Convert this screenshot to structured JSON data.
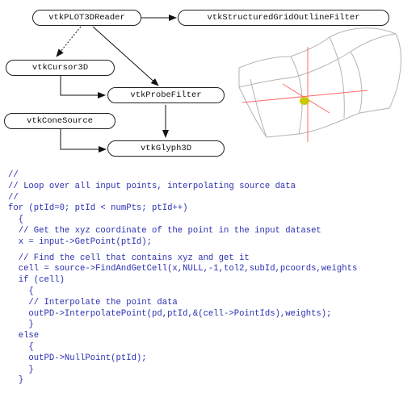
{
  "diagram": {
    "nodes": {
      "reader": "vtkPLOT3DReader",
      "outline": "vtkStructuredGridOutlineFilter",
      "cursor": "vtkCursor3D",
      "probe": "vtkProbeFilter",
      "cone": "vtkConeSource",
      "glyph": "vtkGlyph3D"
    }
  },
  "code_lines": [
    "//",
    "// Loop over all input points, interpolating source data",
    "//",
    "for (ptId=0; ptId < numPts; ptId++)",
    "  {",
    "  // Get the xyz coordinate of the point in the input dataset",
    "  x = input->GetPoint(ptId);",
    "",
    "  // Find the cell that contains xyz and get it",
    "  cell = source->FindAndGetCell(x,NULL,-1,tol2,subId,pcoords,weights",
    "  if (cell)",
    "    {",
    "    // Interpolate the point data",
    "    outPD->InterpolatePoint(pd,ptId,&(cell->PointIds),weights);",
    "    }",
    "  else",
    "    {",
    "    outPD->NullPoint(ptId);",
    "    }",
    "  }"
  ],
  "colors": {
    "code_text": "#2a2fb0",
    "edge": "#111111",
    "render_outline": "#b4b4b4",
    "cursor_axes": "#ff6a6a",
    "glyph": "#c8c800"
  }
}
